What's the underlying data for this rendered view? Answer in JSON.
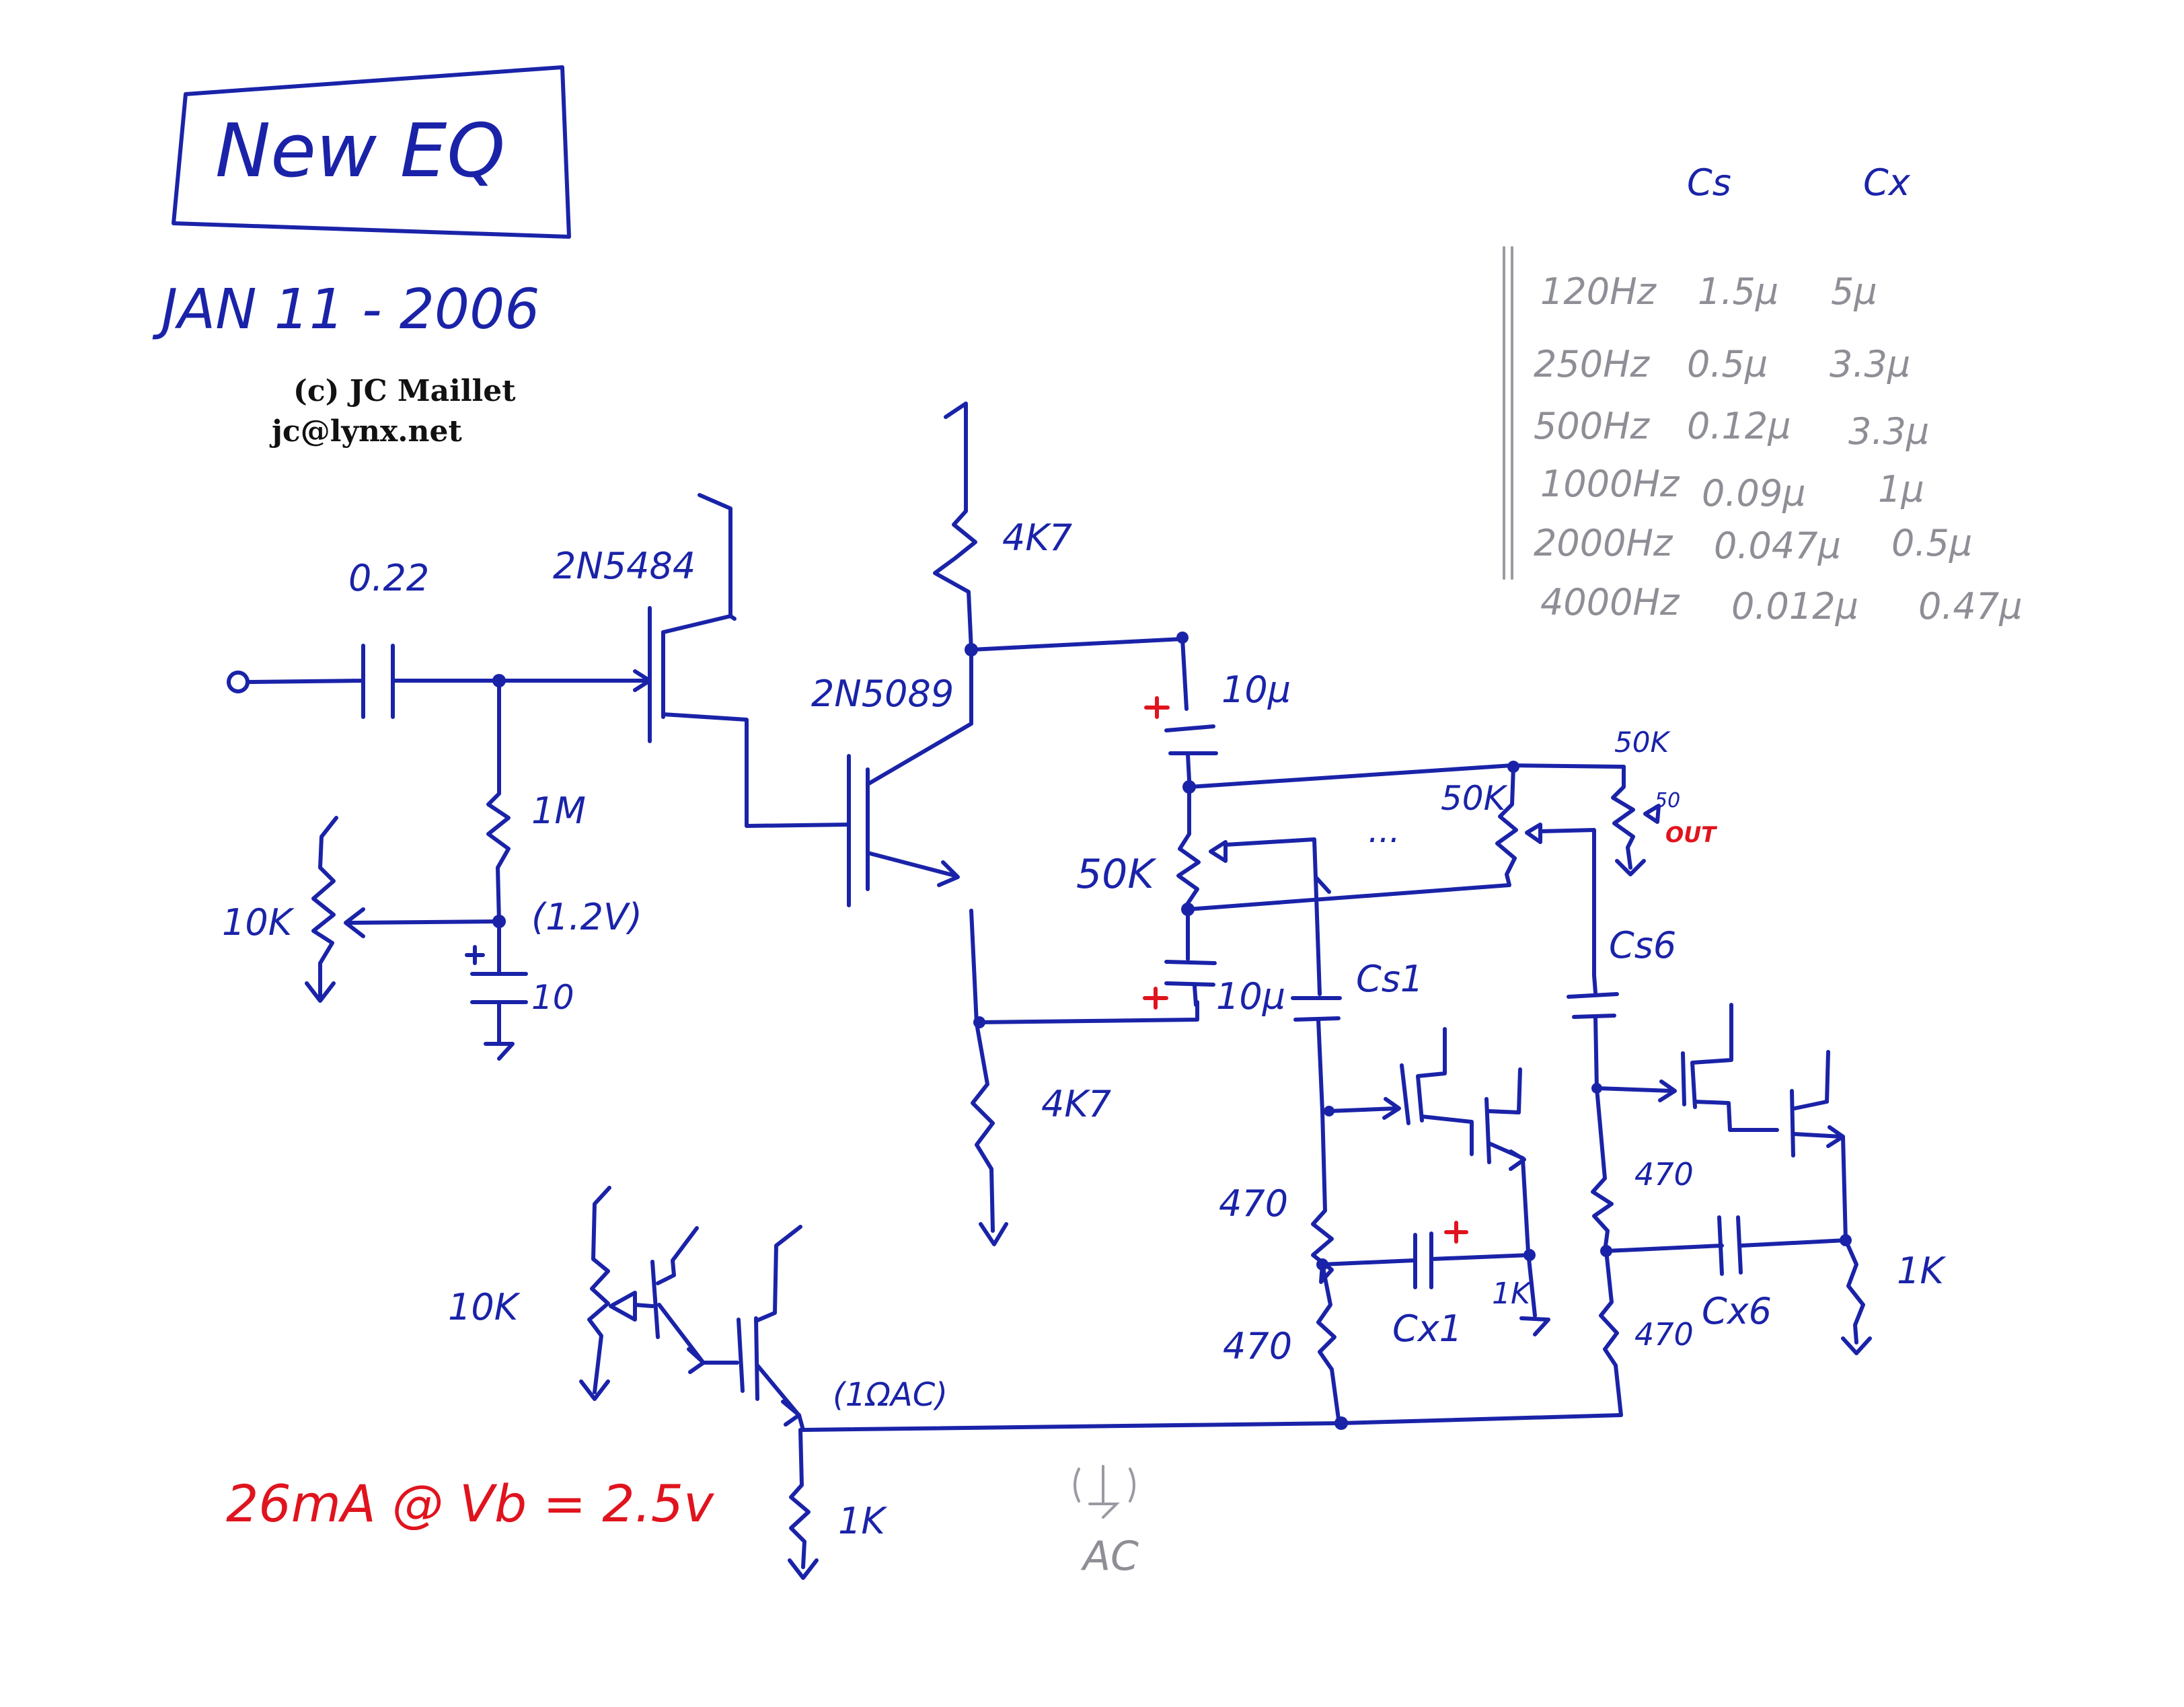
{
  "title": "New EQ",
  "date": "JAN 11 - 2006",
  "copyright": "(c) JC Maillet",
  "email": "jc@lynx.net",
  "bias_note": "26mA @ Vb = 2.5v",
  "ac_ground_label": "AC",
  "components": {
    "c_in": "0.22",
    "jfet": "2N5484",
    "bjt": "2N5089",
    "r_bias": "1M",
    "r_trim": "10K",
    "v_bias": "(1.2V)",
    "c_bias": "10",
    "r_coll": "4K7",
    "r_emit": "4K7",
    "c_top": "10µ",
    "c_bot": "10µ",
    "pot_1": "50K",
    "pot_n": "50K",
    "pot_out": "50K",
    "r_out": "50",
    "out": "OUT",
    "dots": "...",
    "cs1": "Cs1",
    "cs6": "Cs6",
    "r470_a": "470",
    "r470_b": "470",
    "r470_c": "470",
    "r470_d": "470",
    "cx1": "Cx1",
    "cx6": "Cx6",
    "r1k_a": "1K",
    "r1k_b": "1K",
    "r1k_tail": "1K",
    "r10k_src": "10K",
    "src_imp": "(1ΩAC)"
  },
  "table": {
    "headers": [
      "Cs",
      "Cx"
    ],
    "rows": [
      {
        "freq": "120Hz",
        "cs": "1.5µ",
        "cx": "5µ"
      },
      {
        "freq": "250Hz",
        "cs": "0.5µ",
        "cx": "3.3µ"
      },
      {
        "freq": "500Hz",
        "cs": "0.12µ",
        "cx": "3.3µ"
      },
      {
        "freq": "1000Hz",
        "cs": "0.09µ",
        "cx": "1µ"
      },
      {
        "freq": "2000Hz",
        "cs": "0.047µ",
        "cx": "0.5µ"
      },
      {
        "freq": "4000Hz",
        "cs": "0.012µ",
        "cx": "0.47µ"
      }
    ]
  }
}
